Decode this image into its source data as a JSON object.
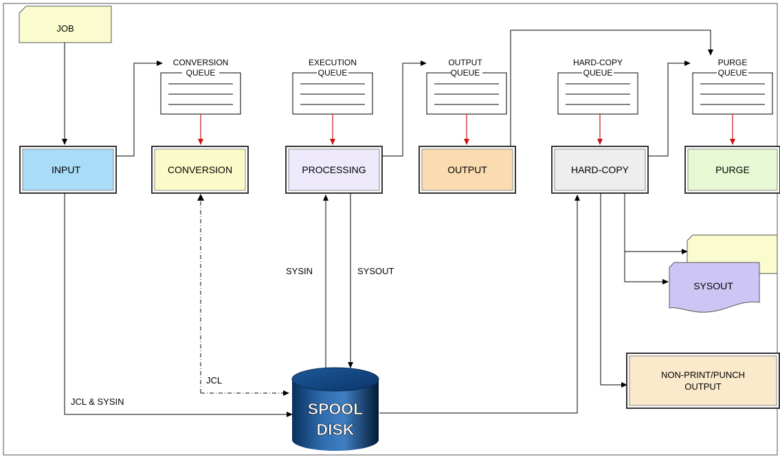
{
  "job": {
    "label": "JOB"
  },
  "queues": {
    "conversion": {
      "line1": "CONVERSION",
      "line2": "QUEUE"
    },
    "execution": {
      "line1": "EXECUTION",
      "line2": "QUEUE"
    },
    "output": {
      "line1": "OUTPUT",
      "line2": "QUEUE"
    },
    "hardcopy": {
      "line1": "HARD-COPY",
      "line2": "QUEUE"
    },
    "purge": {
      "line1": "PURGE",
      "line2": "QUEUE"
    }
  },
  "stages": {
    "input": {
      "label": "INPUT",
      "color": "#a9dcf7"
    },
    "conversion": {
      "label": "CONVERSION",
      "color": "#fbfbc9"
    },
    "processing": {
      "label": "PROCESSING",
      "color": "#eeeafb"
    },
    "output": {
      "label": "OUTPUT",
      "color": "#fbdcb0"
    },
    "hardcopy": {
      "label": "HARD-COPY",
      "color": "#eeeeee"
    },
    "purge": {
      "label": "PURGE",
      "color": "#e6f9d4"
    }
  },
  "flow_labels": {
    "sysin": "SYSIN",
    "sysout": "SYSOUT",
    "jcl": "JCL",
    "jcl_sysin": "JCL & SYSIN"
  },
  "spool": {
    "line1": "SPOOL",
    "line2": "DISK"
  },
  "sysout_doc": {
    "label": "SYSOUT",
    "color": "#cdc6f5"
  },
  "nonprint": {
    "line1": "NON-PRINT/PUNCH",
    "line2": "OUTPUT",
    "color": "#fbe9cc"
  },
  "colors": {
    "job": "#fbfbd0",
    "queue_arrow": "#cc1111",
    "line": "#000000"
  }
}
